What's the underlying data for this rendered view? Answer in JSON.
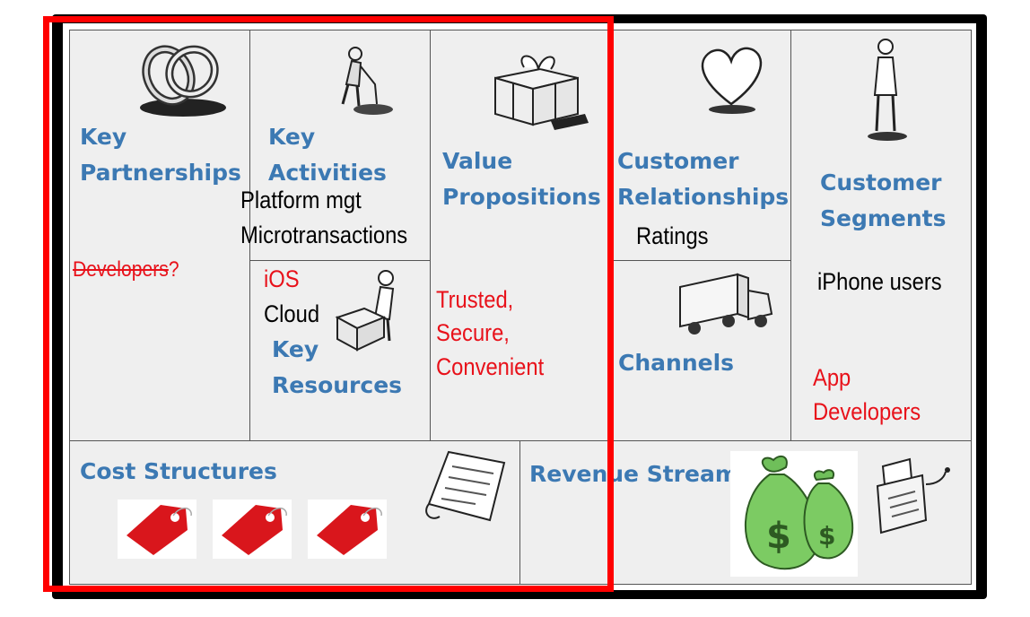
{
  "blocks": {
    "key_partnerships": {
      "title_line1": "Key",
      "title_line2": "Partnerships"
    },
    "key_activities": {
      "title_line1": "Key",
      "title_line2": "Activities"
    },
    "key_resources": {
      "title_line1": "Key",
      "title_line2": "Resources"
    },
    "value_propositions": {
      "title_line1": "Value",
      "title_line2": "Propositions"
    },
    "customer_relationships": {
      "title_line1": "Customer",
      "title_line2": "Relationships"
    },
    "channels": {
      "title": "Channels"
    },
    "customer_segments": {
      "title_line1": "Customer",
      "title_line2": "Segments"
    },
    "cost_structures": {
      "title": "Cost Structures"
    },
    "revenue_streams": {
      "title": "Revenue Streams"
    }
  },
  "annotations": {
    "developers": "Developers",
    "developers_q": "?",
    "platform": "Platform mgt",
    "microtransactions": "Microtransactions",
    "ios": "iOS",
    "cloud": "Cloud",
    "trusted": "Trusted,",
    "secure": "Secure,",
    "convenient": "Convenient",
    "ratings": "Ratings",
    "iphone_users": "iPhone users",
    "app": "App",
    "app_developers": "Developers"
  },
  "icons": {
    "partnerships": "rings-icon",
    "activities": "worker-digging-icon",
    "resources": "worker-with-crate-icon",
    "value": "gift-box-icon",
    "relationships": "heart-icon",
    "channels": "delivery-truck-icon",
    "segments": "person-standing-icon",
    "cost": "invoice-document-icon",
    "cost_tags": "price-tag-icon",
    "revenue": "money-bags-icon",
    "register": "cash-register-icon"
  },
  "colors": {
    "title_blue": "#3c79b3",
    "note_red": "#e8111a",
    "highlight_red": "#ff0000",
    "cell_bg": "#efefef",
    "money_green": "#6fbf5a"
  }
}
